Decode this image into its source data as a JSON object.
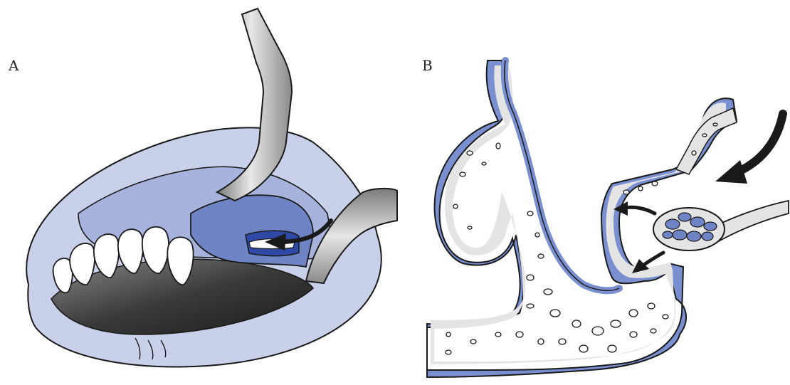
{
  "panels": {
    "a": {
      "label": "A"
    },
    "b": {
      "label": "B"
    }
  },
  "colors": {
    "mucosa_light": "#c9d1ea",
    "mucosa_mid": "#a7b3dd",
    "mucosa_dark": "#6f84c4",
    "periosteum_blue": "#7a8fd0",
    "bone_gray": "#e4e4e4",
    "instrument_gray": "#9a9a9a",
    "outline": "#1a1a1a"
  },
  "icons": [
    "retractor-instrument",
    "elevator-instrument",
    "graft-spoon",
    "curved-arrow"
  ]
}
